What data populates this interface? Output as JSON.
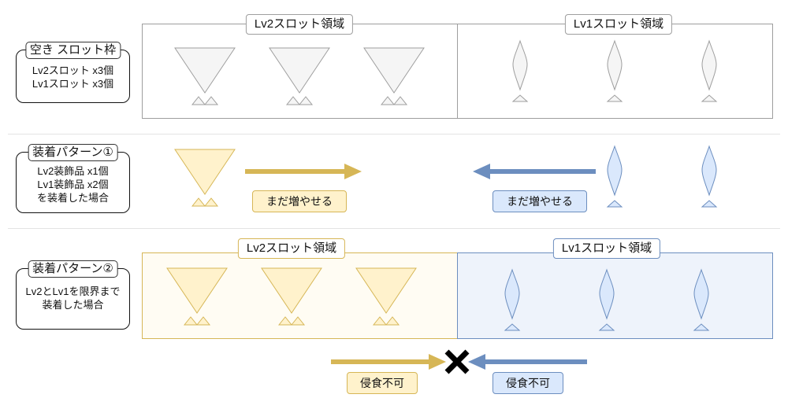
{
  "empty_slots": {
    "title": "空き スロット枠",
    "lines": [
      "Lv2スロット x3個",
      "Lv1スロット x3個"
    ],
    "lv2_region_label": "Lv2スロット領域",
    "lv1_region_label": "Lv1スロット領域"
  },
  "pattern1": {
    "title": "装着パターン①",
    "lines": [
      "Lv2装飾品 x1個",
      "Lv1装飾品 x2個",
      "を装着した場合"
    ],
    "left_tag": "まだ増やせる",
    "right_tag": "まだ増やせる"
  },
  "pattern2": {
    "title": "装着パターン②",
    "lines": [
      "Lv2とLv1を限界まで",
      "装着した場合"
    ],
    "lv2_region_label": "Lv2スロット領域",
    "lv1_region_label": "Lv1スロット領域",
    "left_tag": "侵食不可",
    "right_tag": "侵食不可"
  },
  "colors": {
    "lv2_fill": "#fff2cc",
    "lv2_stroke": "#d6b656",
    "lv1_fill": "#dae8fc",
    "lv1_stroke": "#6c8ebf",
    "empty_fill": "#f5f5f5",
    "empty_stroke": "#9e9e9e",
    "arrow_yellow": "#d6b656",
    "arrow_blue": "#6c8ebf"
  },
  "icons": {
    "lv2_slot": "inverted-triangle-icon",
    "lv1_slot": "diamond-icon",
    "blocked": "cross-icon"
  }
}
